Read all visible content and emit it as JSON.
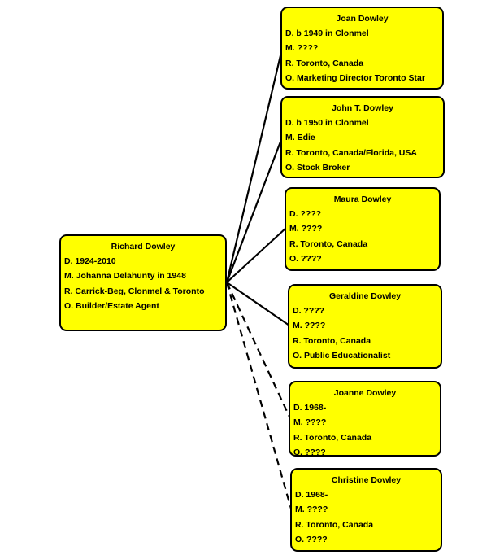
{
  "colors": {
    "box_fill": "#ffff00",
    "box_border": "#000000",
    "line": "#000000"
  },
  "parent": {
    "name": "Richard  Dowley",
    "lines": [
      "D. 1924-2010",
      "M. Johanna Delahunty in 1948",
      "R. Carrick-Beg, Clonmel  & Toronto",
      "O. Builder/Estate Agent"
    ]
  },
  "children": [
    {
      "name": "Joan Dowley",
      "lines": [
        "D. b 1949 in Clonmel",
        "M. ????",
        "R. Toronto,  Canada",
        "O.  Marketing Director Toronto  Star"
      ],
      "connector": "solid"
    },
    {
      "name": "John T. Dowley",
      "lines": [
        "D. b 1950 in Clonmel",
        "M. Edie",
        "R. Toronto,  Canada/Florida, USA",
        "O. Stock Broker"
      ],
      "connector": "solid"
    },
    {
      "name": "Maura Dowley",
      "lines": [
        "D. ????",
        "M.  ????",
        "R. Toronto,  Canada",
        "O. ????"
      ],
      "connector": "solid"
    },
    {
      "name": "Geraldine Dowley",
      "lines": [
        "D. ????",
        "M. ????",
        "R. Toronto,  Canada",
        "O. Public Educationalist"
      ],
      "connector": "solid"
    },
    {
      "name": "Joanne Dowley",
      "lines": [
        "D. 1968-",
        "M. ????",
        "R.  Toronto,  Canada",
        "O. ????"
      ],
      "connector": "dashed"
    },
    {
      "name": "Christine Dowley",
      "lines": [
        "D. 1968-",
        "M. ????",
        "R. Toronto,  Canada",
        "O. ????"
      ],
      "connector": "dashed"
    }
  ]
}
